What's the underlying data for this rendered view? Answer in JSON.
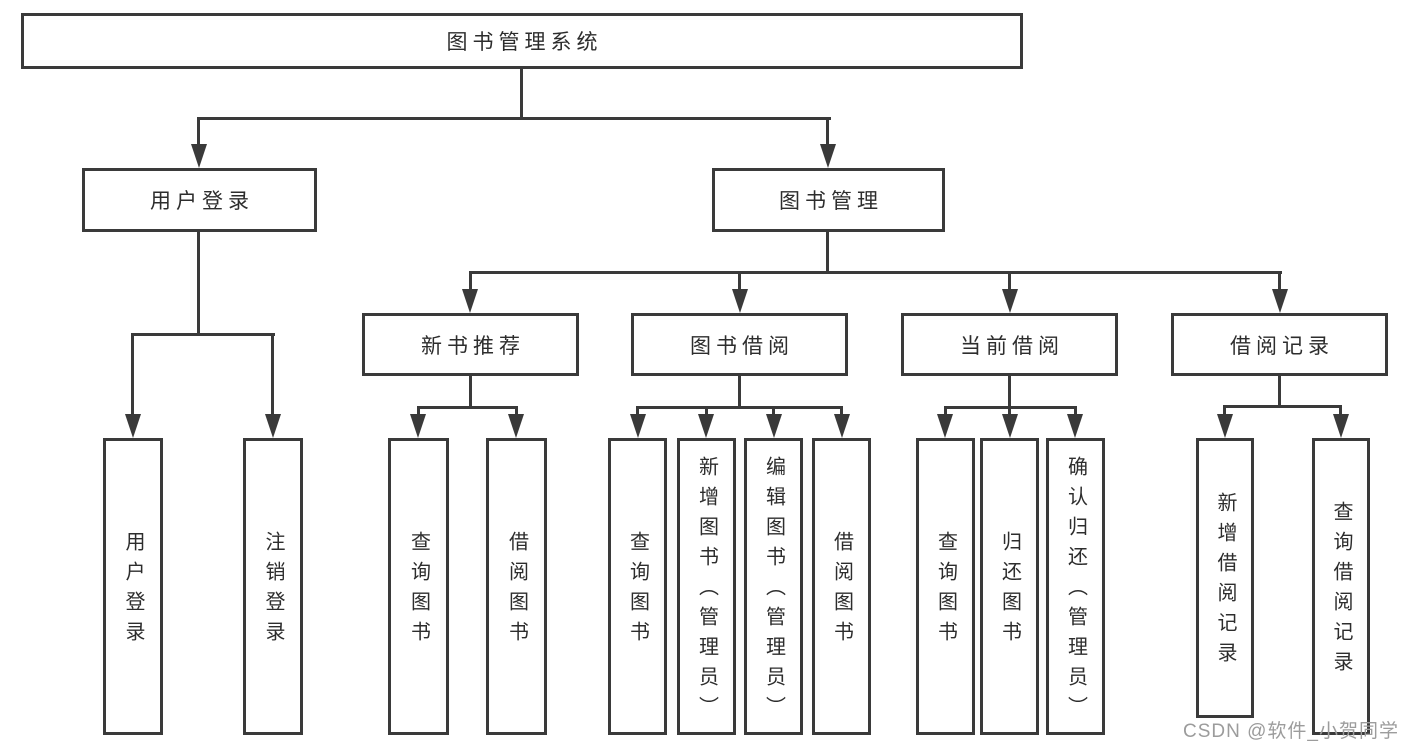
{
  "diagram": {
    "root": {
      "label": "图书管理系统"
    },
    "branches": [
      {
        "label": "用户登录",
        "leaves": [
          {
            "label": "用户登录"
          },
          {
            "label": "注销登录"
          }
        ]
      },
      {
        "label": "图书管理",
        "sections": [
          {
            "label": "新书推荐",
            "leaves": [
              {
                "label": "查询图书"
              },
              {
                "label": "借阅图书"
              }
            ]
          },
          {
            "label": "图书借阅",
            "leaves": [
              {
                "label": "查询图书"
              },
              {
                "label": "新增图书（管理员）"
              },
              {
                "label": "编辑图书（管理员）"
              },
              {
                "label": "借阅图书"
              }
            ]
          },
          {
            "label": "当前借阅",
            "leaves": [
              {
                "label": "查询图书"
              },
              {
                "label": "归还图书"
              },
              {
                "label": "确认归还（管理员）"
              }
            ]
          },
          {
            "label": "借阅记录",
            "leaves": [
              {
                "label": "新增借阅记录"
              },
              {
                "label": "查询借阅记录"
              }
            ]
          }
        ]
      }
    ]
  },
  "watermark": {
    "text": "CSDN @软件_小贺同学"
  },
  "colors": {
    "line": "#3a3a3a",
    "text": "#2d2d2d",
    "watermark": "#9c9c9c",
    "background": "#ffffff"
  }
}
